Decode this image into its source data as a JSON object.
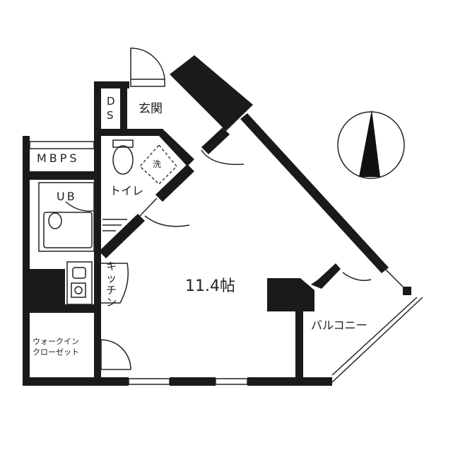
{
  "plan": {
    "rooms": {
      "entrance": "玄関",
      "ds_d": "D",
      "ds_s": "S",
      "mbps": "MBPS",
      "toilet": "トイレ",
      "laundry": "洗",
      "ub": "UB",
      "kitchen": [
        "キ",
        "ッ",
        "チ",
        "ン"
      ],
      "main_room": "11.4帖",
      "balcony": "バルコニー",
      "closet_line1": "ウォークイン",
      "closet_line2": "クローゼット"
    },
    "compass": "north-arrow-icon",
    "colors": {
      "wall": "#1a1a1a",
      "background": "#ffffff"
    }
  }
}
